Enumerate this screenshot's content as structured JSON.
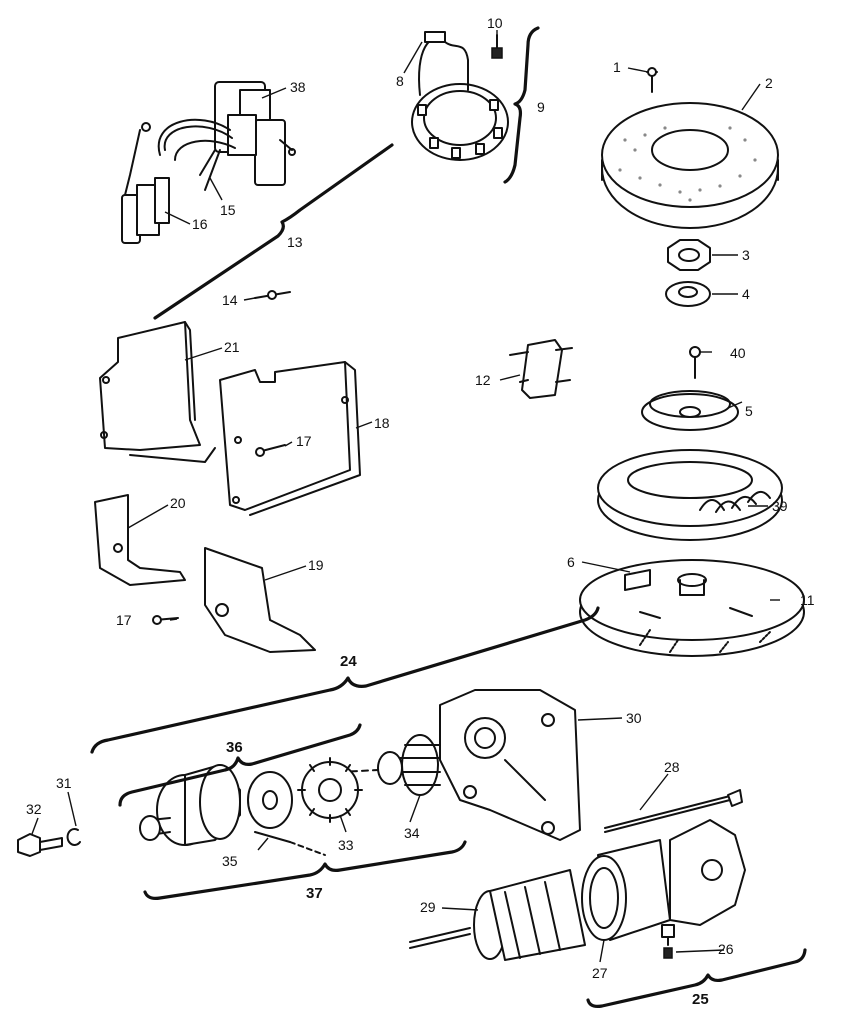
{
  "callouts": [
    {
      "id": "1",
      "label": "1"
    },
    {
      "id": "2",
      "label": "2"
    },
    {
      "id": "3",
      "label": "3"
    },
    {
      "id": "4",
      "label": "4"
    },
    {
      "id": "5",
      "label": "5"
    },
    {
      "id": "6",
      "label": "6"
    },
    {
      "id": "8",
      "label": "8"
    },
    {
      "id": "9",
      "label": "9"
    },
    {
      "id": "10",
      "label": "10"
    },
    {
      "id": "11",
      "label": "11"
    },
    {
      "id": "12",
      "label": "12"
    },
    {
      "id": "13",
      "label": "13"
    },
    {
      "id": "14",
      "label": "14"
    },
    {
      "id": "15",
      "label": "15"
    },
    {
      "id": "16",
      "label": "16"
    },
    {
      "id": "17a",
      "label": "17"
    },
    {
      "id": "17b",
      "label": "17"
    },
    {
      "id": "18",
      "label": "18"
    },
    {
      "id": "19",
      "label": "19"
    },
    {
      "id": "20",
      "label": "20"
    },
    {
      "id": "21",
      "label": "21"
    },
    {
      "id": "24",
      "label": "24"
    },
    {
      "id": "25",
      "label": "25"
    },
    {
      "id": "26",
      "label": "26"
    },
    {
      "id": "27",
      "label": "27"
    },
    {
      "id": "28",
      "label": "28"
    },
    {
      "id": "29",
      "label": "29"
    },
    {
      "id": "30",
      "label": "30"
    },
    {
      "id": "31",
      "label": "31"
    },
    {
      "id": "32",
      "label": "32"
    },
    {
      "id": "33",
      "label": "33"
    },
    {
      "id": "34",
      "label": "34"
    },
    {
      "id": "35",
      "label": "35"
    },
    {
      "id": "36",
      "label": "36"
    },
    {
      "id": "37",
      "label": "37"
    },
    {
      "id": "38",
      "label": "38"
    },
    {
      "id": "39",
      "label": "39"
    },
    {
      "id": "40",
      "label": "40"
    }
  ]
}
